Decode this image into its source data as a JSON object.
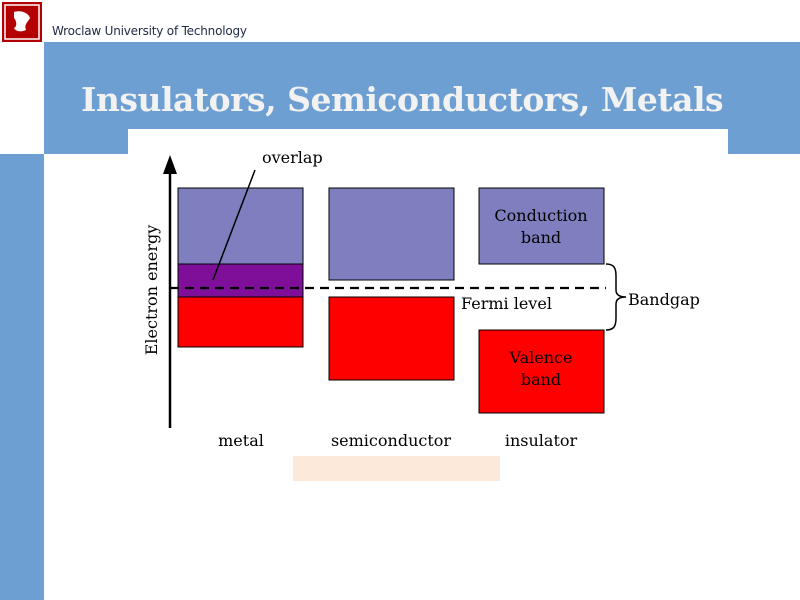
{
  "header": {
    "university": "Wroclaw University of Technology"
  },
  "slide": {
    "title": "Insulators, Semiconductors, Metals"
  },
  "diagram": {
    "y_axis_label": "Electron energy",
    "columns": [
      "metal",
      "semiconductor",
      "insulator"
    ],
    "labels": {
      "overlap": "overlap",
      "fermi": "Fermi level",
      "bandgap": "Bandgap",
      "conduction_line1": "Conduction",
      "conduction_line2": "band",
      "valence_line1": "Valence",
      "valence_line2": "band"
    },
    "colors": {
      "conduction": "#7f7fbf",
      "valence": "#ff0000",
      "overlap": "#7f0f99",
      "banner": "#6e9fd2",
      "caption_box": "#fde9d9"
    }
  }
}
